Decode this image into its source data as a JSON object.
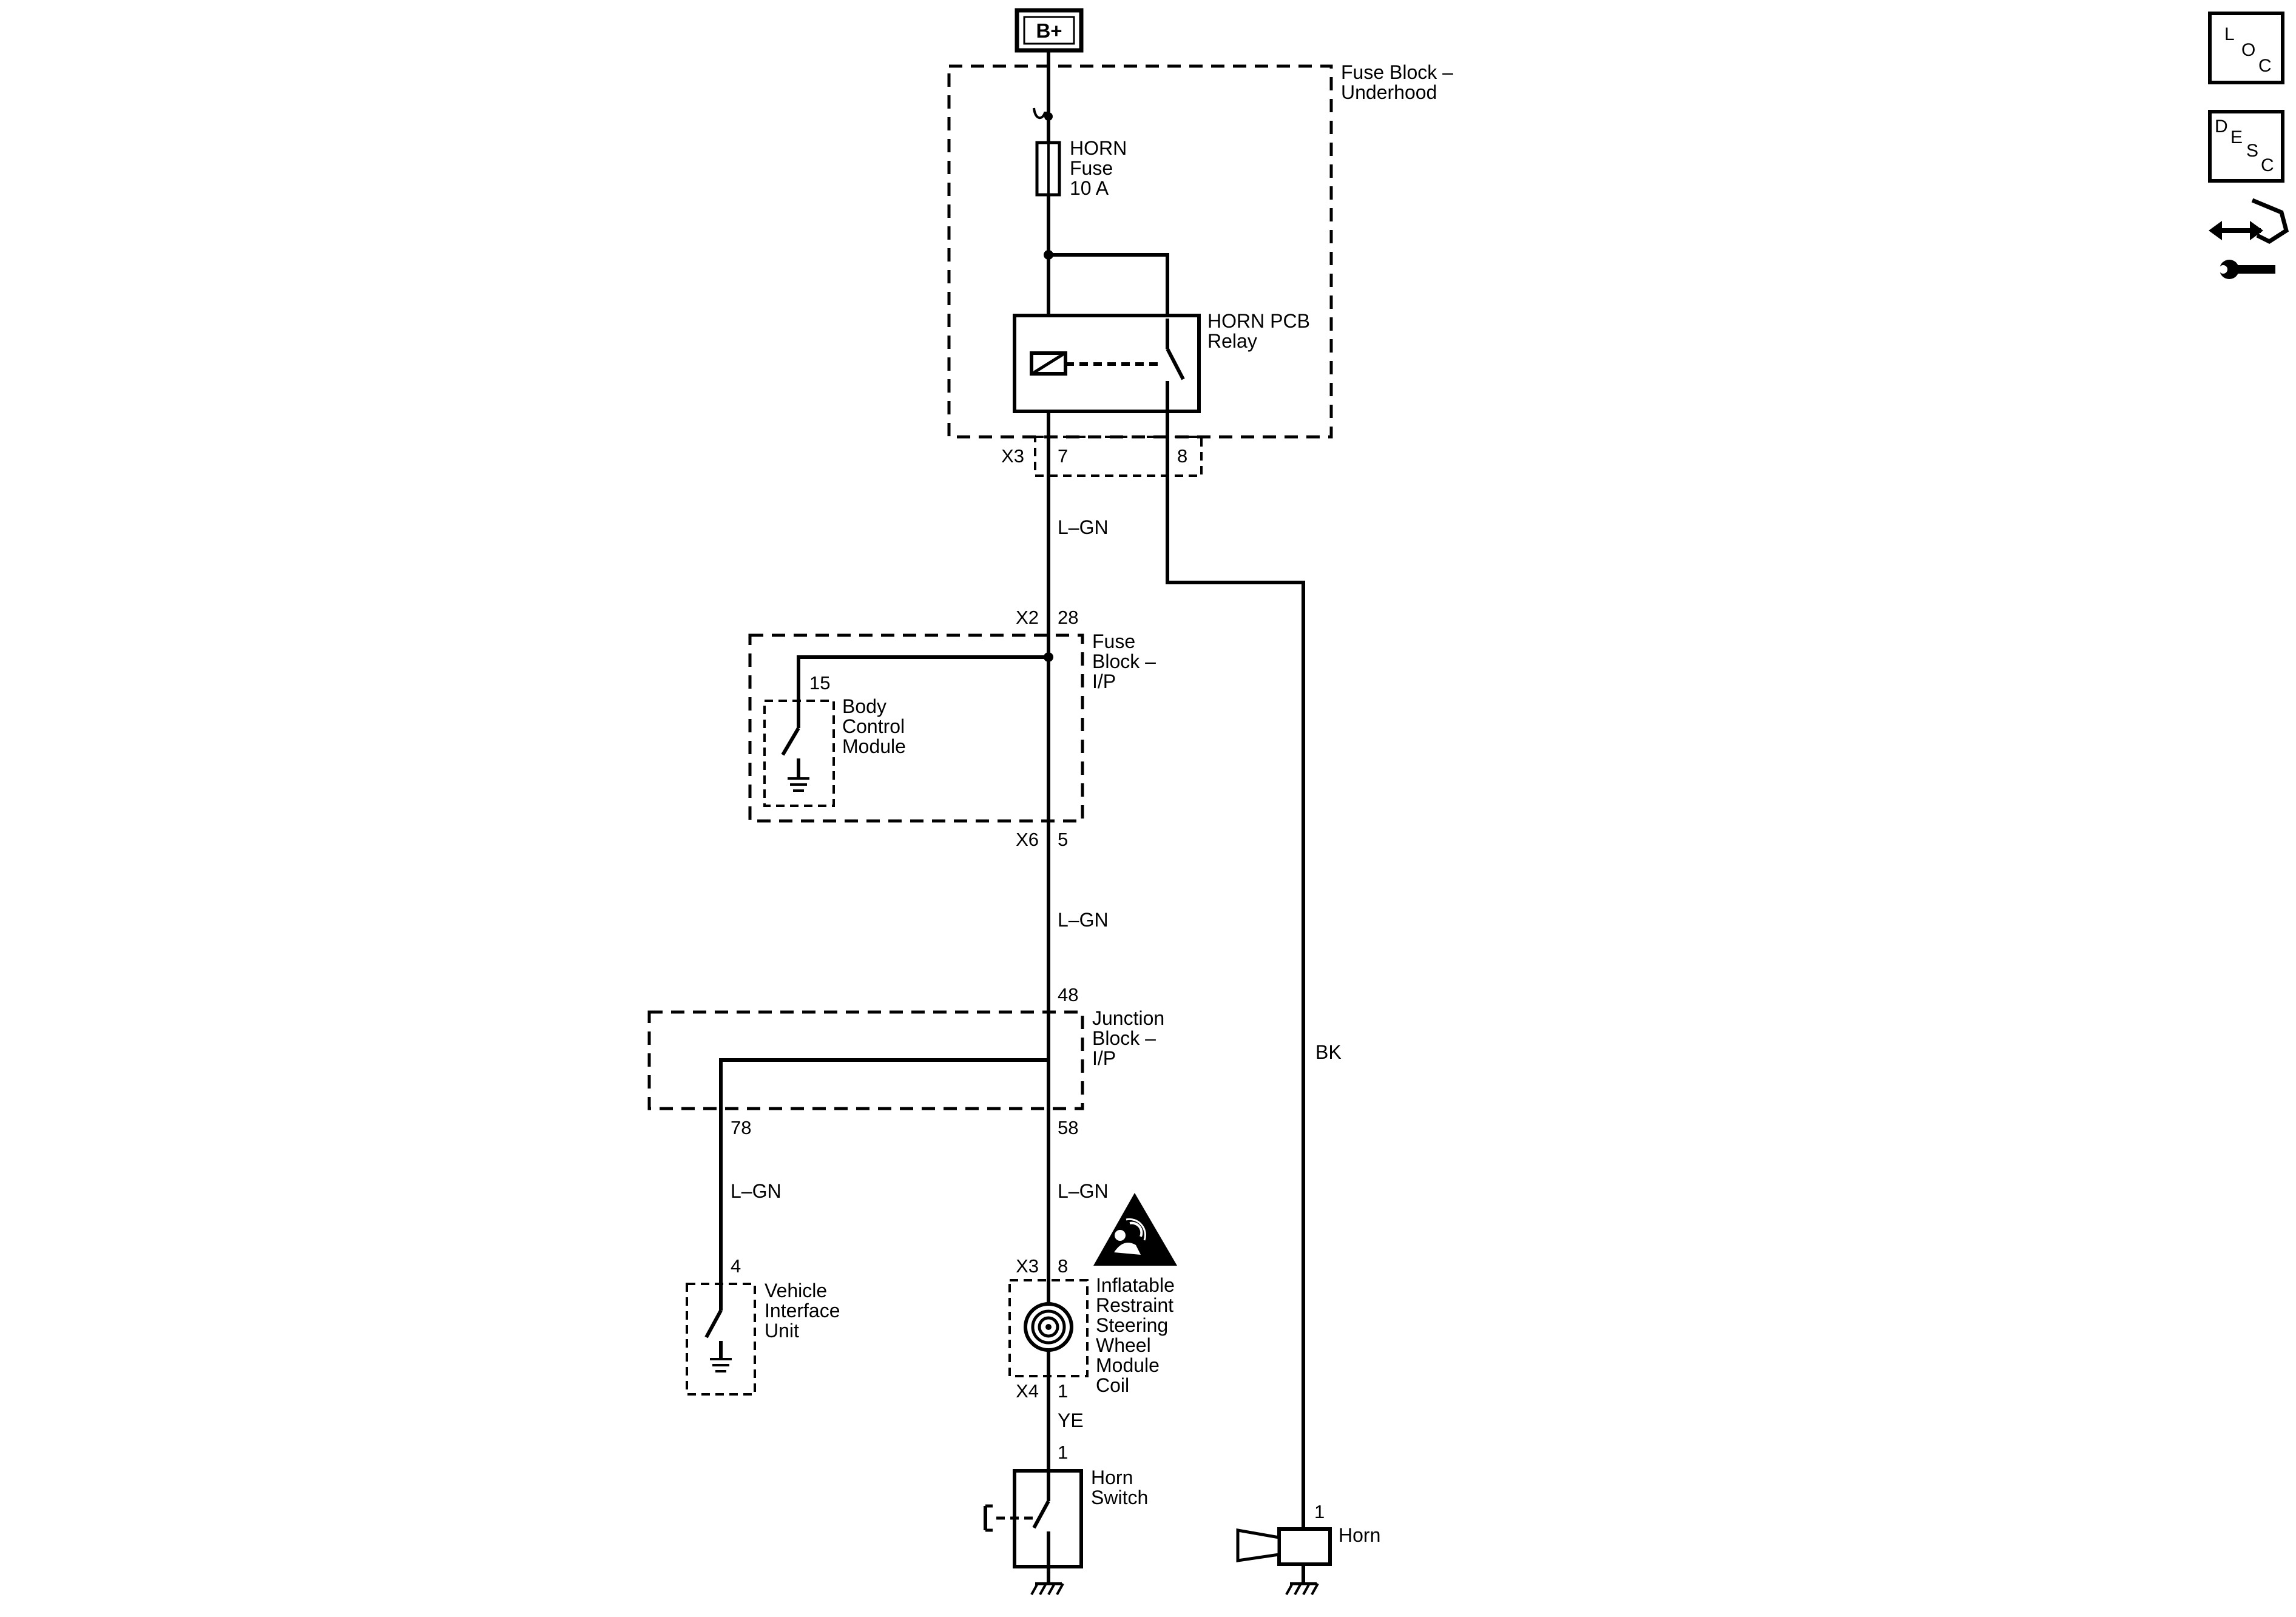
{
  "power": {
    "label": "B+"
  },
  "side_icons": [
    {
      "name": "location-icon",
      "letters": [
        "L",
        "O",
        "C"
      ]
    },
    {
      "name": "description-icon",
      "letters": [
        "D",
        "E",
        "S",
        "C"
      ]
    },
    {
      "name": "repair-icon"
    }
  ],
  "components": {
    "fuse_block_underhood": [
      "Fuse Block –",
      "Underhood"
    ],
    "horn_fuse": [
      "HORN",
      "Fuse",
      "10 A"
    ],
    "horn_relay": [
      "HORN PCB",
      "Relay"
    ],
    "fuse_block_ip": [
      "Fuse",
      "Block –",
      "I/P"
    ],
    "bcm": [
      "Body",
      "Control",
      "Module"
    ],
    "junction_block": [
      "Junction",
      "Block –",
      "I/P"
    ],
    "viu": [
      "Vehicle",
      "Interface",
      "Unit"
    ],
    "clockspring": [
      "Inflatable",
      "Restraint",
      "Steering",
      "Wheel",
      "Module",
      "Coil"
    ],
    "horn_switch": [
      "Horn",
      "Switch"
    ],
    "horn": [
      "Horn"
    ]
  },
  "connectors": {
    "x3_top": "X3",
    "x3_pin7": "7",
    "x3_pin8": "8",
    "x2": "X2",
    "x2_pin": "28",
    "bcm_pin": "15",
    "x6": "X6",
    "x6_pin": "5",
    "jb_pin48": "48",
    "jb_pin78": "78",
    "jb_pin58": "58",
    "viu_pin": "4",
    "x3_coil": "X3",
    "x3_coil_pin": "8",
    "x4": "X4",
    "x4_pin": "1",
    "switch_pin": "1",
    "horn_pin": "1"
  },
  "wires": {
    "w1": "L–GN",
    "w2": "L–GN",
    "w3": "L–GN",
    "w4": "L–GN",
    "yellow": "YE",
    "black": "BK"
  }
}
